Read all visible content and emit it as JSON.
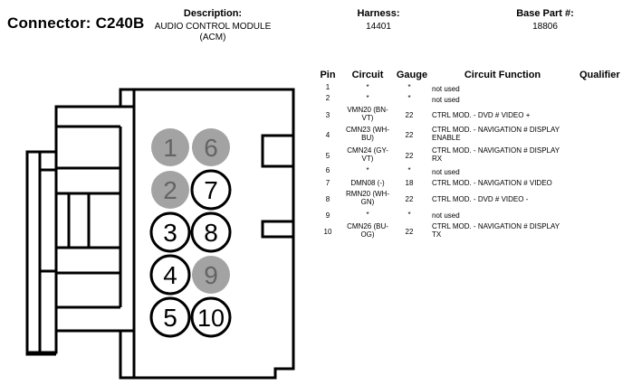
{
  "connector": {
    "title": "Connector: C240B"
  },
  "header": {
    "description_label": "Description:",
    "description_value_1": "AUDIO CONTROL MODULE",
    "description_value_2": "(ACM)",
    "harness_label": "Harness:",
    "harness_value": "14401",
    "base_part_label": "Base Part #:",
    "base_part_value": "18806"
  },
  "colors": {
    "used_pin_fill": "#ffffff",
    "unused_pin_fill": "#a3a3a3",
    "outline": "#000000"
  },
  "pin_face": [
    {
      "label": "1",
      "used": false
    },
    {
      "label": "6",
      "used": false
    },
    {
      "label": "2",
      "used": false
    },
    {
      "label": "7",
      "used": true
    },
    {
      "label": "3",
      "used": true
    },
    {
      "label": "8",
      "used": true
    },
    {
      "label": "4",
      "used": true
    },
    {
      "label": "9",
      "used": false
    },
    {
      "label": "5",
      "used": true
    },
    {
      "label": "10",
      "used": true
    }
  ],
  "table": {
    "headers": {
      "pin": "Pin",
      "circuit": "Circuit",
      "gauge": "Gauge",
      "function": "Circuit Function",
      "qualifier": "Qualifier"
    },
    "rows": [
      {
        "pin": "1",
        "circuit_1": "*",
        "circuit_2": "",
        "gauge": "*",
        "function_1": "not used",
        "function_2": "",
        "qualifier": ""
      },
      {
        "pin": "2",
        "circuit_1": "*",
        "circuit_2": "",
        "gauge": "*",
        "function_1": "not used",
        "function_2": "",
        "qualifier": ""
      },
      {
        "pin": "3",
        "circuit_1": "VMN20 (BN-",
        "circuit_2": "VT)",
        "gauge": "22",
        "function_1": "CTRL MOD. - DVD # VIDEO +",
        "function_2": "",
        "qualifier": ""
      },
      {
        "pin": "4",
        "circuit_1": "CMN23 (WH-",
        "circuit_2": "BU)",
        "gauge": "22",
        "function_1": "CTRL MOD. - NAVIGATION # DISPLAY",
        "function_2": "ENABLE",
        "qualifier": ""
      },
      {
        "pin": "5",
        "circuit_1": "CMN24 (GY-",
        "circuit_2": "VT)",
        "gauge": "22",
        "function_1": "CTRL MOD. - NAVIGATION # DISPLAY",
        "function_2": "RX",
        "qualifier": ""
      },
      {
        "pin": "6",
        "circuit_1": "*",
        "circuit_2": "",
        "gauge": "*",
        "function_1": "not used",
        "function_2": "",
        "qualifier": ""
      },
      {
        "pin": "7",
        "circuit_1": "DMN08 (-)",
        "circuit_2": "",
        "gauge": "18",
        "function_1": "CTRL MOD. - NAVIGATION # VIDEO",
        "function_2": "",
        "qualifier": ""
      },
      {
        "pin": "8",
        "circuit_1": "RMN20 (WH-",
        "circuit_2": "GN)",
        "gauge": "22",
        "function_1": "CTRL MOD. - DVD # VIDEO -",
        "function_2": "",
        "qualifier": ""
      },
      {
        "pin": "9",
        "circuit_1": "*",
        "circuit_2": "",
        "gauge": "*",
        "function_1": "not used",
        "function_2": "",
        "qualifier": ""
      },
      {
        "pin": "10",
        "circuit_1": "CMN26 (BU-",
        "circuit_2": "OG)",
        "gauge": "22",
        "function_1": "CTRL MOD. - NAVIGATION # DISPLAY",
        "function_2": "TX",
        "qualifier": ""
      }
    ]
  }
}
